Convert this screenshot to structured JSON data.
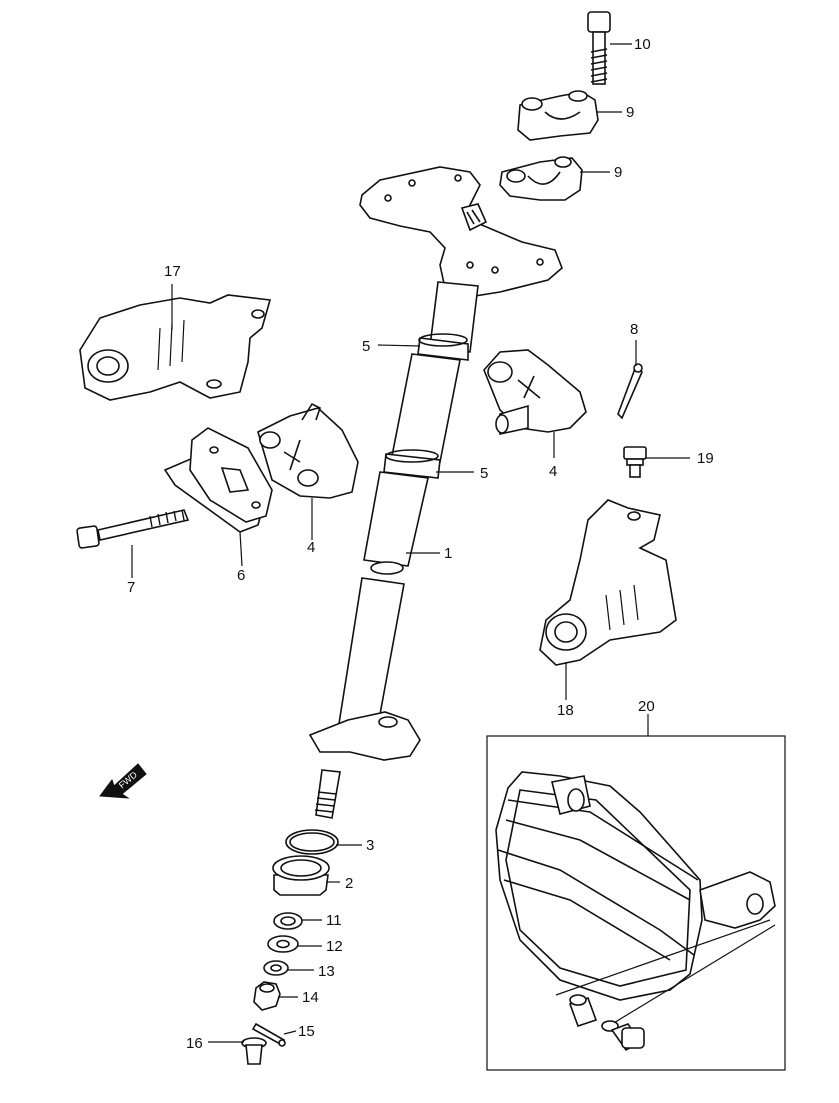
{
  "callouts": {
    "c1": "1",
    "c2": "2",
    "c3": "3",
    "c4a": "4",
    "c4b": "4",
    "c5a": "5",
    "c5b": "5",
    "c6": "6",
    "c7": "7",
    "c8": "8",
    "c9a": "9",
    "c9b": "9",
    "c10": "10",
    "c11": "11",
    "c12": "12",
    "c13": "13",
    "c14": "14",
    "c15": "15",
    "c16": "16",
    "c17": "17",
    "c18": "18",
    "c19": "19",
    "c20": "20"
  },
  "fwd_arrow": {
    "label": "FWD"
  },
  "icons": {
    "direction_arrow": "arrow-left-down-icon"
  }
}
